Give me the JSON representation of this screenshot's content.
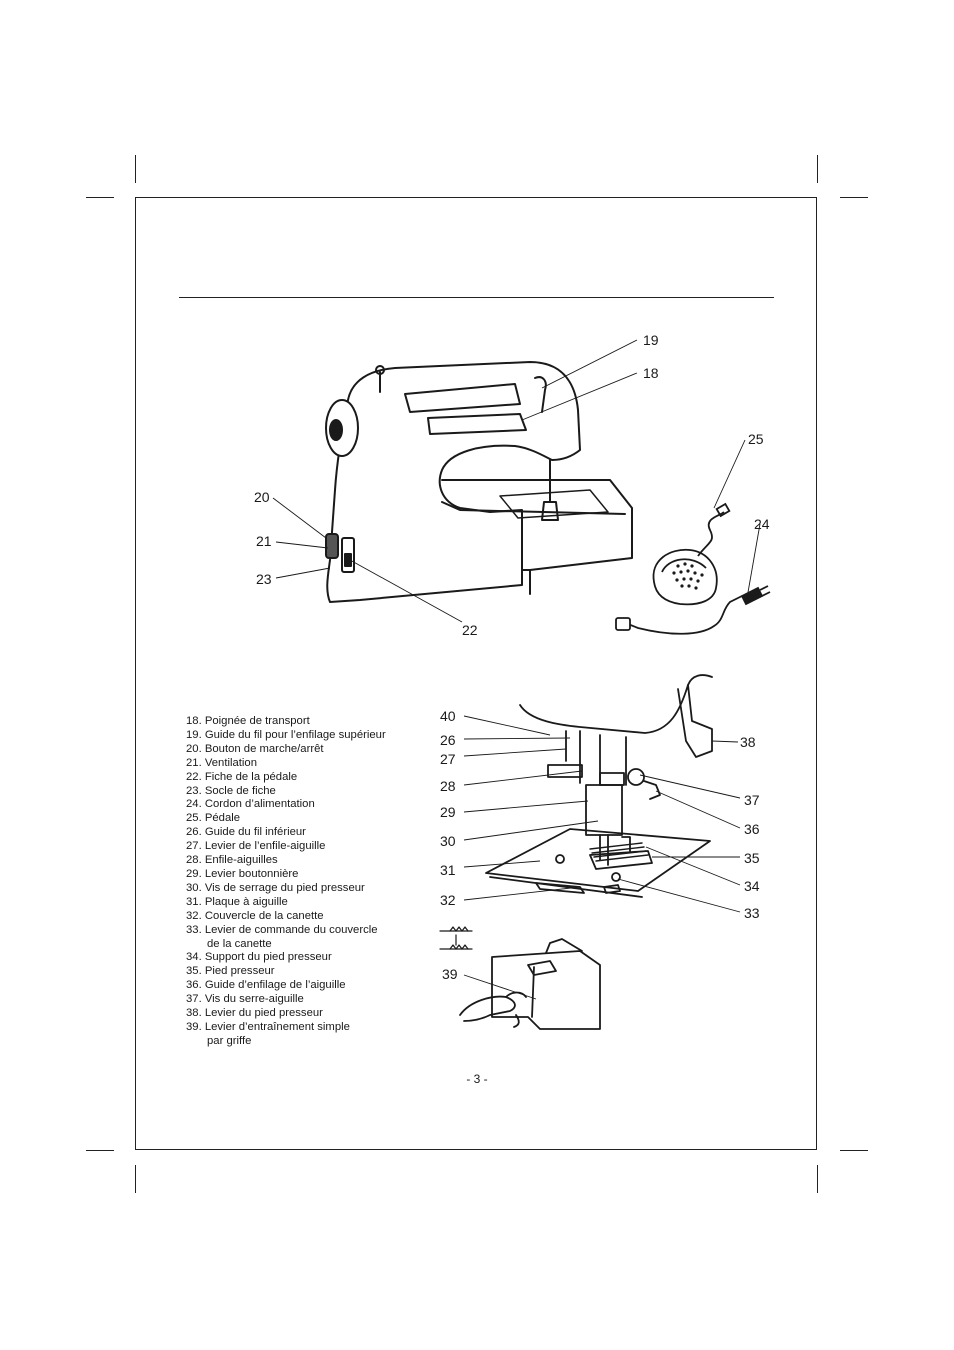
{
  "figure_top": {
    "callouts": [
      "19",
      "18",
      "25",
      "24",
      "20",
      "21",
      "23",
      "22"
    ]
  },
  "figure_bottom": {
    "callouts": [
      "40",
      "26",
      "27",
      "28",
      "29",
      "30",
      "31",
      "32",
      "38",
      "37",
      "36",
      "35",
      "34",
      "33",
      "39"
    ]
  },
  "legend": [
    {
      "text": "18. Poignée de transport"
    },
    {
      "text": "19. Guide du fil pour l’enfilage supérieur"
    },
    {
      "text": "20. Bouton de marche/arrêt"
    },
    {
      "text": "21. Ventilation"
    },
    {
      "text": "22. Fiche de la pédale"
    },
    {
      "text": "23. Socle de fiche"
    },
    {
      "text": "24. Cordon d’alimentation"
    },
    {
      "text": "25. Pédale"
    },
    {
      "text": "26. Guide du fil inférieur"
    },
    {
      "text": "27. Levier de l’enfile-aiguille"
    },
    {
      "text": "28. Enfile-aiguilles"
    },
    {
      "text": "29. Levier boutonnière"
    },
    {
      "text": "30. Vis de serrage du pied presseur"
    },
    {
      "text": "31. Plaque à aiguille"
    },
    {
      "text": "32. Couvercle de la canette"
    },
    {
      "text": "33. Levier de commande du couvercle",
      "cont": "de la canette"
    },
    {
      "text": "34. Support du pied presseur"
    },
    {
      "text": "35. Pied presseur"
    },
    {
      "text": "36. Guide d’enfilage de l’aiguille"
    },
    {
      "text": "37. Vis du serre-aiguille"
    },
    {
      "text": "38. Levier du pied presseur"
    },
    {
      "text": "39. Levier d’entraînement simple",
      "cont": "par griffe"
    }
  ],
  "page_number": "- 3 -"
}
